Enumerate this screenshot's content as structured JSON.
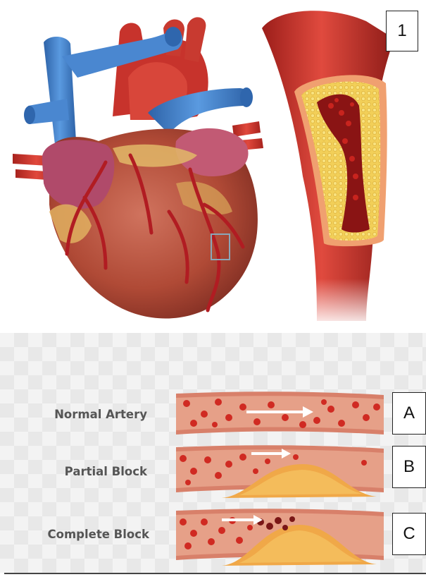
{
  "panel_number": "1",
  "rows": [
    {
      "label": "Normal Artery",
      "tag": "A"
    },
    {
      "label": "Partial Block",
      "tag": "B"
    },
    {
      "label": "Complete Block",
      "tag": "C"
    }
  ],
  "colors": {
    "artery_red": "#c0302a",
    "vein_blue": "#3f80c8",
    "plaque_yellow": "#f0b840",
    "heart_muscle": "#b8503c"
  }
}
